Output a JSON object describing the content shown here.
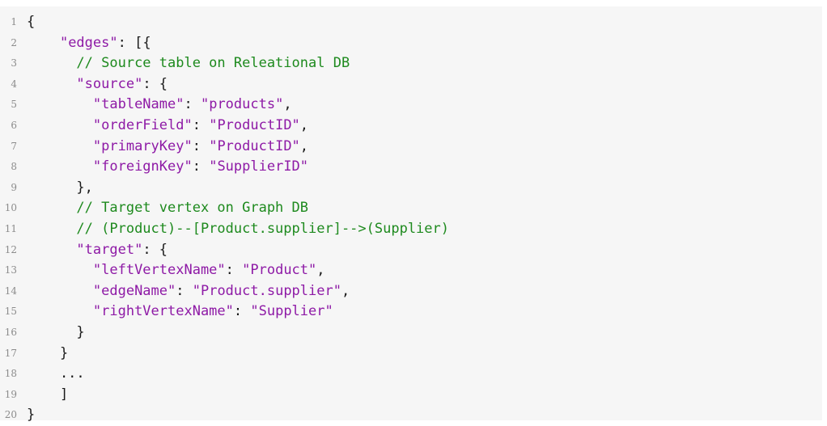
{
  "code": {
    "lines": [
      {
        "number": "1",
        "tokens": [
          {
            "t": "{",
            "k": "punct"
          }
        ]
      },
      {
        "number": "2",
        "tokens": [
          {
            "t": "    ",
            "k": "punct"
          },
          {
            "t": "\"edges\"",
            "k": "string"
          },
          {
            "t": ": [{",
            "k": "punct"
          }
        ]
      },
      {
        "number": "3",
        "tokens": [
          {
            "t": "      ",
            "k": "punct"
          },
          {
            "t": "// Source table on Releational DB",
            "k": "comment"
          }
        ]
      },
      {
        "number": "4",
        "tokens": [
          {
            "t": "      ",
            "k": "punct"
          },
          {
            "t": "\"source\"",
            "k": "string"
          },
          {
            "t": ": {",
            "k": "punct"
          }
        ]
      },
      {
        "number": "5",
        "tokens": [
          {
            "t": "        ",
            "k": "punct"
          },
          {
            "t": "\"tableName\"",
            "k": "string"
          },
          {
            "t": ": ",
            "k": "punct"
          },
          {
            "t": "\"products\"",
            "k": "string"
          },
          {
            "t": ",",
            "k": "punct"
          }
        ]
      },
      {
        "number": "6",
        "tokens": [
          {
            "t": "        ",
            "k": "punct"
          },
          {
            "t": "\"orderField\"",
            "k": "string"
          },
          {
            "t": ": ",
            "k": "punct"
          },
          {
            "t": "\"ProductID\"",
            "k": "string"
          },
          {
            "t": ",",
            "k": "punct"
          }
        ]
      },
      {
        "number": "7",
        "tokens": [
          {
            "t": "        ",
            "k": "punct"
          },
          {
            "t": "\"primaryKey\"",
            "k": "string"
          },
          {
            "t": ": ",
            "k": "punct"
          },
          {
            "t": "\"ProductID\"",
            "k": "string"
          },
          {
            "t": ",",
            "k": "punct"
          }
        ]
      },
      {
        "number": "8",
        "tokens": [
          {
            "t": "        ",
            "k": "punct"
          },
          {
            "t": "\"foreignKey\"",
            "k": "string"
          },
          {
            "t": ": ",
            "k": "punct"
          },
          {
            "t": "\"SupplierID\"",
            "k": "string"
          }
        ]
      },
      {
        "number": "9",
        "tokens": [
          {
            "t": "      },",
            "k": "punct"
          }
        ]
      },
      {
        "number": "10",
        "tokens": [
          {
            "t": "      ",
            "k": "punct"
          },
          {
            "t": "// Target vertex on Graph DB",
            "k": "comment"
          }
        ]
      },
      {
        "number": "11",
        "tokens": [
          {
            "t": "      ",
            "k": "punct"
          },
          {
            "t": "// (Product)--[Product.supplier]-->(Supplier)",
            "k": "comment"
          }
        ]
      },
      {
        "number": "12",
        "tokens": [
          {
            "t": "      ",
            "k": "punct"
          },
          {
            "t": "\"target\"",
            "k": "string"
          },
          {
            "t": ": {",
            "k": "punct"
          }
        ]
      },
      {
        "number": "13",
        "tokens": [
          {
            "t": "        ",
            "k": "punct"
          },
          {
            "t": "\"leftVertexName\"",
            "k": "string"
          },
          {
            "t": ": ",
            "k": "punct"
          },
          {
            "t": "\"Product\"",
            "k": "string"
          },
          {
            "t": ",",
            "k": "punct"
          }
        ]
      },
      {
        "number": "14",
        "tokens": [
          {
            "t": "        ",
            "k": "punct"
          },
          {
            "t": "\"edgeName\"",
            "k": "string"
          },
          {
            "t": ": ",
            "k": "punct"
          },
          {
            "t": "\"Product.supplier\"",
            "k": "string"
          },
          {
            "t": ",",
            "k": "punct"
          }
        ]
      },
      {
        "number": "15",
        "tokens": [
          {
            "t": "        ",
            "k": "punct"
          },
          {
            "t": "\"rightVertexName\"",
            "k": "string"
          },
          {
            "t": ": ",
            "k": "punct"
          },
          {
            "t": "\"Supplier\"",
            "k": "string"
          }
        ]
      },
      {
        "number": "16",
        "tokens": [
          {
            "t": "      }",
            "k": "punct"
          }
        ]
      },
      {
        "number": "17",
        "tokens": [
          {
            "t": "    }",
            "k": "punct"
          }
        ]
      },
      {
        "number": "18",
        "tokens": [
          {
            "t": "    ...",
            "k": "punct"
          }
        ]
      },
      {
        "number": "19",
        "tokens": [
          {
            "t": "    ]",
            "k": "punct"
          }
        ]
      },
      {
        "number": "20",
        "tokens": [
          {
            "t": "}",
            "k": "punct"
          }
        ]
      }
    ]
  },
  "colors": {
    "background": "#f6f6f6",
    "string": "#8e1aa6",
    "comment": "#1e8a1e",
    "punctuation": "#1a1a1a",
    "line_number": "#8c8c8c"
  }
}
